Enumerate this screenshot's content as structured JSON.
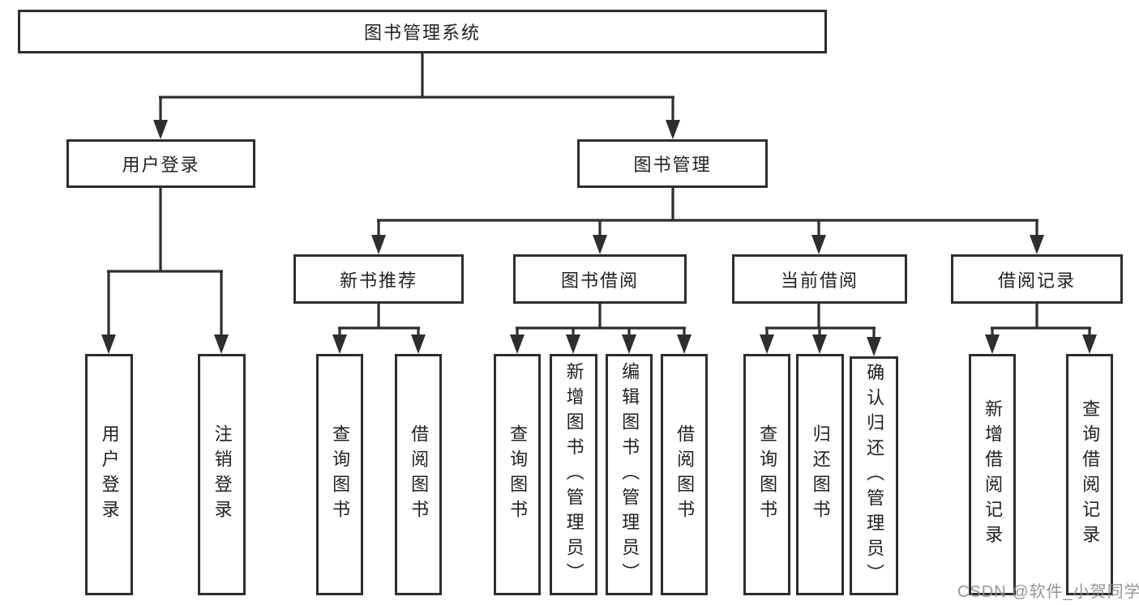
{
  "diagram": {
    "root": {
      "label": "图书管理系统"
    },
    "branches": [
      {
        "label": "用户登录",
        "children": [
          {
            "label": "用户登录"
          },
          {
            "label": "注销登录"
          }
        ]
      },
      {
        "label": "图书管理",
        "children": [
          {
            "label": "新书推荐",
            "children": [
              {
                "label": "查询图书"
              },
              {
                "label": "借阅图书"
              }
            ]
          },
          {
            "label": "图书借阅",
            "children": [
              {
                "label": "查询图书"
              },
              {
                "label": "新增图书（管理员）"
              },
              {
                "label": "编辑图书（管理员）"
              },
              {
                "label": "借阅图书"
              }
            ]
          },
          {
            "label": "当前借阅",
            "children": [
              {
                "label": "查询图书"
              },
              {
                "label": "归还图书"
              },
              {
                "label": "确认归还（管理员）"
              }
            ]
          },
          {
            "label": "借阅记录",
            "children": [
              {
                "label": "新增借阅记录"
              },
              {
                "label": "查询借阅记录"
              }
            ]
          }
        ]
      }
    ]
  },
  "watermark": {
    "text": "CSDN @软件_小贺同学"
  },
  "colors": {
    "line": "#2e2e2e",
    "box_border": "#2e2e2e",
    "text": "#212121",
    "watermark": "#8c8c8c",
    "background": "#ffffff"
  }
}
